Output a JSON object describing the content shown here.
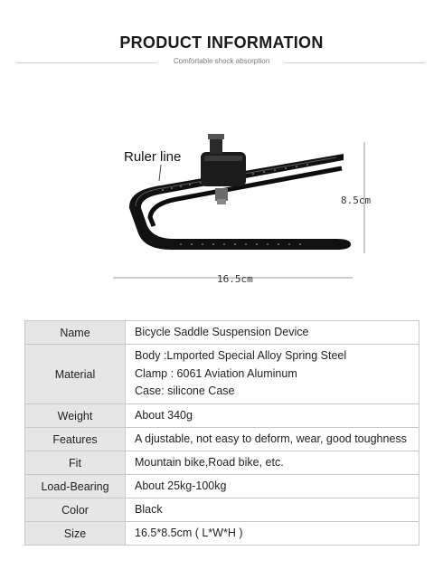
{
  "header": {
    "title": "PRODUCT INFORMATION",
    "subtitle": "Comfortable shock absorption"
  },
  "figure": {
    "callout": "Ruler line",
    "height_label": "8.5cm",
    "width_label": "16.5cm"
  },
  "spec_table": {
    "rows": [
      {
        "key": "Name",
        "values": [
          "Bicycle Saddle Suspension Device"
        ]
      },
      {
        "key": "Material",
        "values": [
          "Body :Lmported Special Alloy Spring Steel",
          "Clamp : 6061 Aviation Aluminum",
          "Case: silicone Case"
        ]
      },
      {
        "key": "Weight",
        "values": [
          "About 340g"
        ]
      },
      {
        "key": "Features",
        "values": [
          "A djustable, not easy to deform, wear, good toughness"
        ]
      },
      {
        "key": "Fit",
        "values": [
          "Mountain bike,Road bike, etc."
        ]
      },
      {
        "key": "Load-Bearing",
        "values": [
          "About 25kg-100kg"
        ]
      },
      {
        "key": "Color",
        "values": [
          "Black"
        ]
      },
      {
        "key": "Size",
        "values": [
          "16.5*8.5cm ( L*W*H )"
        ]
      }
    ]
  }
}
